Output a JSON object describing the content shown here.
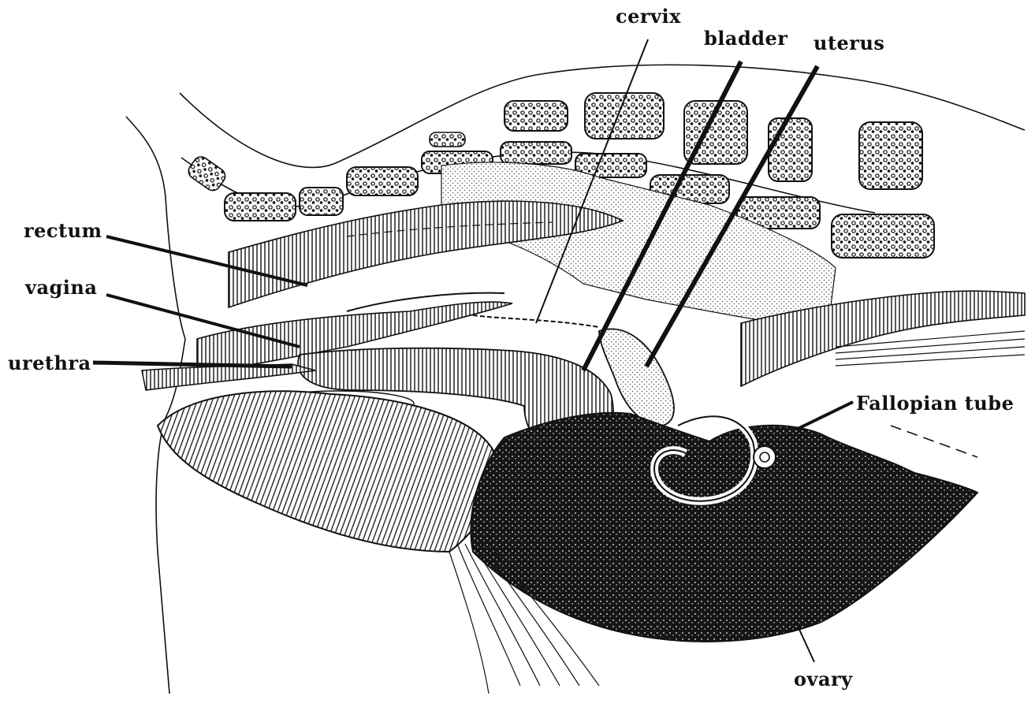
{
  "diagram": {
    "labels": {
      "cervix": "cervix",
      "bladder": "bladder",
      "uterus": "uterus",
      "rectum": "rectum",
      "vagina": "vagina",
      "urethra": "urethra",
      "fallopian_tube": "Fallopian tube",
      "ovary": "ovary"
    },
    "colors": {
      "ink": "#111111",
      "paper": "#ffffff",
      "stipple": "#c9c9c9",
      "dark_mass": "#161616"
    }
  }
}
